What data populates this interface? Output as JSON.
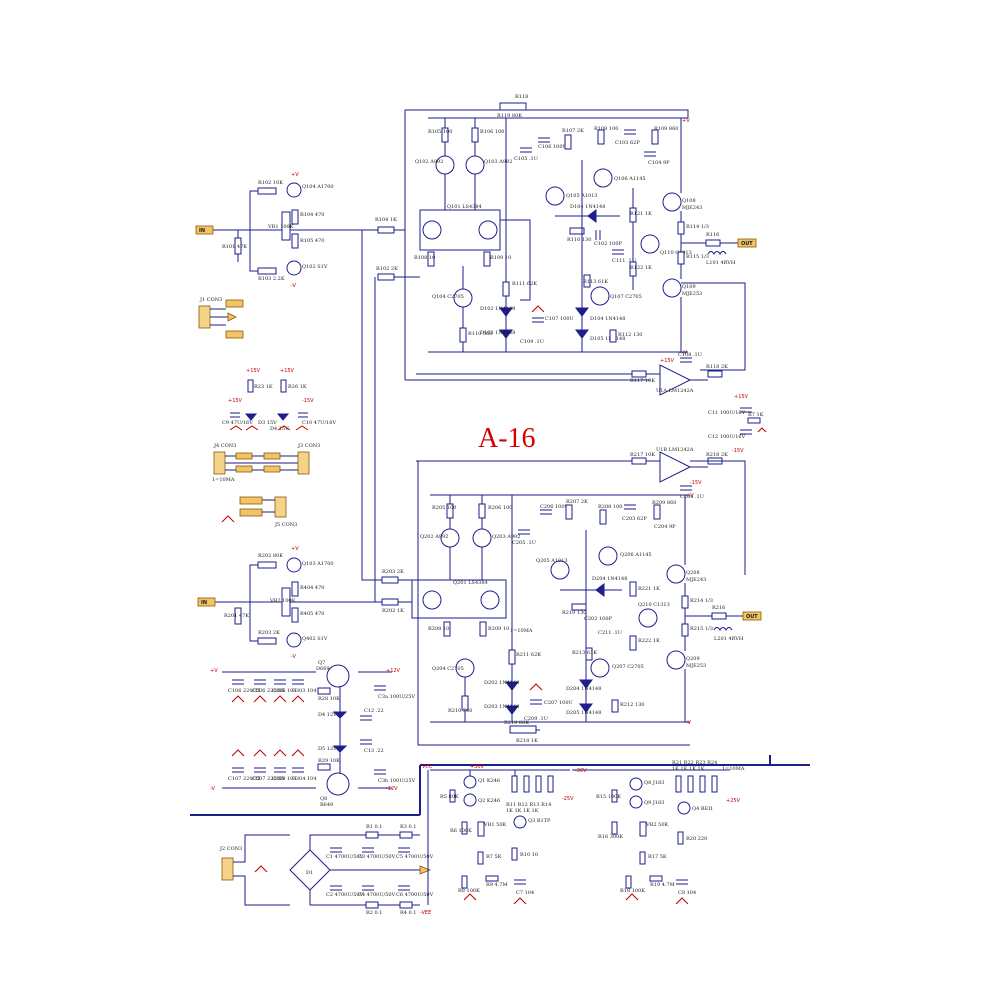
{
  "title": "A-16",
  "ports": {
    "in_top": "IN",
    "in_bottom": "IN",
    "out_top": "OUT",
    "out_bottom": "OUT"
  },
  "rails": {
    "pos": "+V",
    "neg": "-V",
    "vcc": "VCC",
    "vee": "-VEE",
    "pos_small": "+V",
    "neg_small": "-V"
  },
  "labels": {
    "q101": "Q101 LS4384",
    "q201": "Q201 LS4384",
    "u1a": "U1A LM1242A",
    "u1b": "U1B LM1242A",
    "q108": "Q108",
    "q109": "Q109",
    "q208": "Q208",
    "q209": "Q209",
    "j1": "J1 CON3",
    "j2": "J2 CON3",
    "j3": "J3 CON3",
    "j4": "J4 CON3",
    "j5": "J5 CON3",
    "q7": "Q7",
    "q8": "Q8",
    "bridge": "D1",
    "r116": "R116",
    "r216": "R216",
    "ma_top": "1=10MA",
    "ma_bot": "1=10MA"
  },
  "icons": [
    "transistor-symbol",
    "resistor-symbol",
    "capacitor-symbol",
    "diode-symbol",
    "ground-symbol",
    "bridge-rectifier-symbol",
    "connector-symbol"
  ]
}
